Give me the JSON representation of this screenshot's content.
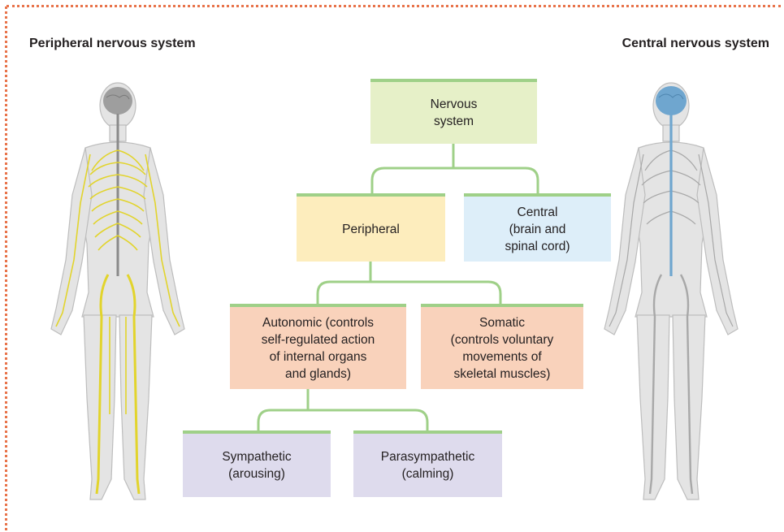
{
  "titles": {
    "left": "Peripheral nervous system",
    "right": "Central nervous system"
  },
  "boxes": {
    "nervous_system": "Nervous\nsystem",
    "peripheral": "Peripheral",
    "central": "Central\n(brain and\nspinal cord)",
    "autonomic": "Autonomic (controls\nself-regulated action\nof internal organs\nand glands)",
    "somatic": "Somatic\n(controls voluntary\nmovements of\nskeletal muscles)",
    "sympathetic": "Sympathetic\n(arousing)",
    "parasympathetic": "Parasympathetic\n(calming)"
  },
  "colors": {
    "frame_dots": "#e8734a",
    "connector": "#9fd088",
    "nervous_system_fill": "#e6f0c8",
    "peripheral_fill": "#fdedbd",
    "central_fill": "#ddeef9",
    "autonomic_somatic_fill": "#f9d2bb",
    "sympathetic_parasympathetic_fill": "#dedbed",
    "peripheral_nerves": "#e2d42c",
    "central_brain": "#6fa6cf"
  },
  "figures": {
    "left": "human-figure-peripheral-nerves",
    "right": "human-figure-brain-spinal-cord"
  }
}
